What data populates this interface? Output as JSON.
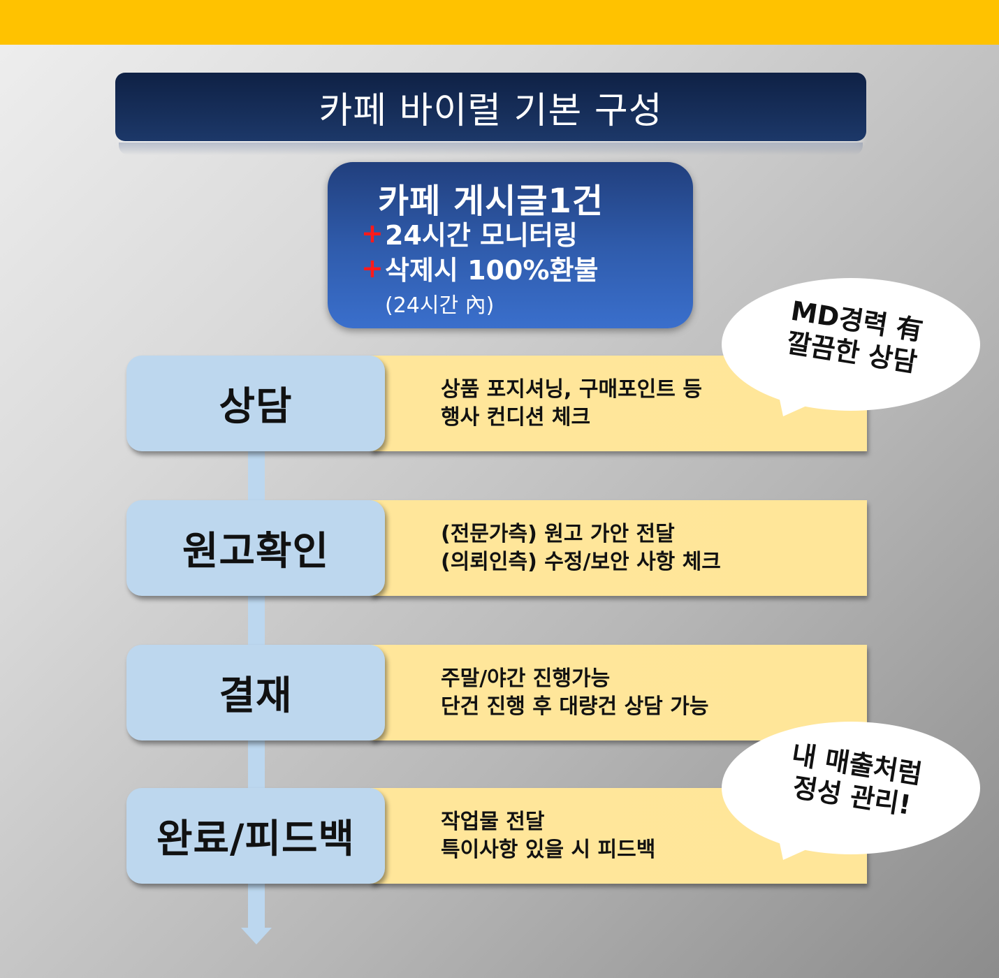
{
  "header": {
    "title": "카페 바이럴 기본 구성",
    "accent_color": "#ffc200",
    "title_bg": "#152c58"
  },
  "product": {
    "main": "카페 게시글1건",
    "features": [
      {
        "prefix": "+",
        "label": "24시간 모니터링"
      },
      {
        "prefix": "+",
        "label": "삭제시 100%환불"
      }
    ],
    "note": "(24시간 內)",
    "bg_color": "#2f5bab",
    "plus_color": "#ff1a1a"
  },
  "steps": [
    {
      "label": "상담",
      "lines": [
        "상품 포지셔닝, 구매포인트 등",
        "행사 컨디션 체크"
      ]
    },
    {
      "label": "원고확인",
      "lines": [
        "(전문가측) 원고 가안 전달",
        "(의뢰인측) 수정/보안 사항 체크"
      ]
    },
    {
      "label": "결재",
      "lines": [
        "주말/야간 진행가능",
        "단건 진행 후 대량건 상담 가능"
      ]
    },
    {
      "label": "완료/피드백",
      "lines": [
        "작업물 전달",
        "특이사항 있을 시 피드백"
      ]
    }
  ],
  "bubbles": [
    {
      "lines": [
        "MD경력 有",
        "깔끔한 상담"
      ]
    },
    {
      "lines": [
        "내 매출처럼",
        "정성 관리!"
      ]
    }
  ],
  "colors": {
    "step_label_bg": "#bdd7ee",
    "step_desc_bg": "#ffe699",
    "connector": "#bcd7ef"
  }
}
